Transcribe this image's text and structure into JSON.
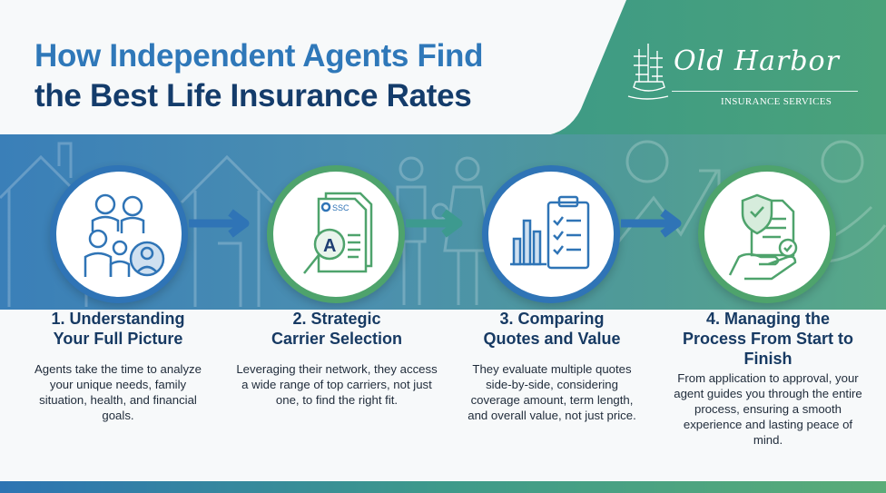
{
  "title": {
    "line1": "How Independent Agents Find",
    "line2": "the Best Life Insurance Rates"
  },
  "logo": {
    "name": "Old Harbor",
    "subtitle": "INSURANCE SERVICES"
  },
  "colors": {
    "blue": "#2f74b6",
    "navy": "#143c6b",
    "green": "#4ea36c"
  },
  "steps": [
    {
      "icon": "family-icon",
      "title": "1. Understanding Your Full Picture",
      "body": "Agents take the time to analyze your unique needs, family situation, health, and financial goals."
    },
    {
      "icon": "document-magnifier-icon",
      "badge": "SSC",
      "mark": "A",
      "title": "2. Strategic Carrier Selection",
      "body": "Leveraging their network, they access a wide range of top carriers, not just one, to find the right fit."
    },
    {
      "icon": "chart-checklist-icon",
      "title": "3. Comparing Quotes and Value",
      "body": "They evaluate multiple quotes side-by-side, considering coverage amount, term length, and overall value, not just price."
    },
    {
      "icon": "shield-document-hand-icon",
      "title": "4. Managing the Process From Start to Finish",
      "body": "From application to approval, your agent guides you through the entire process, ensuring a smooth experience and lasting peace of mind."
    }
  ]
}
